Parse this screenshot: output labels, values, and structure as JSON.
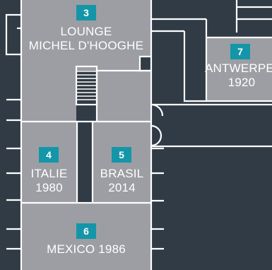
{
  "colors": {
    "background": "#313b45",
    "room_fill": "#9c9ea3",
    "wall": "#ffffff",
    "badge": "#1496a8",
    "text": "#ffffff"
  },
  "rooms": [
    {
      "number": "3",
      "name_line1": "LOUNGE",
      "name_line2": "MICHEL D'HOOGHE"
    },
    {
      "number": "7",
      "name_line1": "ANTWERPEN",
      "name_line2": "1920"
    },
    {
      "number": "4",
      "name_line1": "ITALIE",
      "name_line2": "1980"
    },
    {
      "number": "5",
      "name_line1": "BRASIL",
      "name_line2": "2014"
    },
    {
      "number": "6",
      "name_line1": "MEXICO 1986",
      "name_line2": ""
    }
  ]
}
